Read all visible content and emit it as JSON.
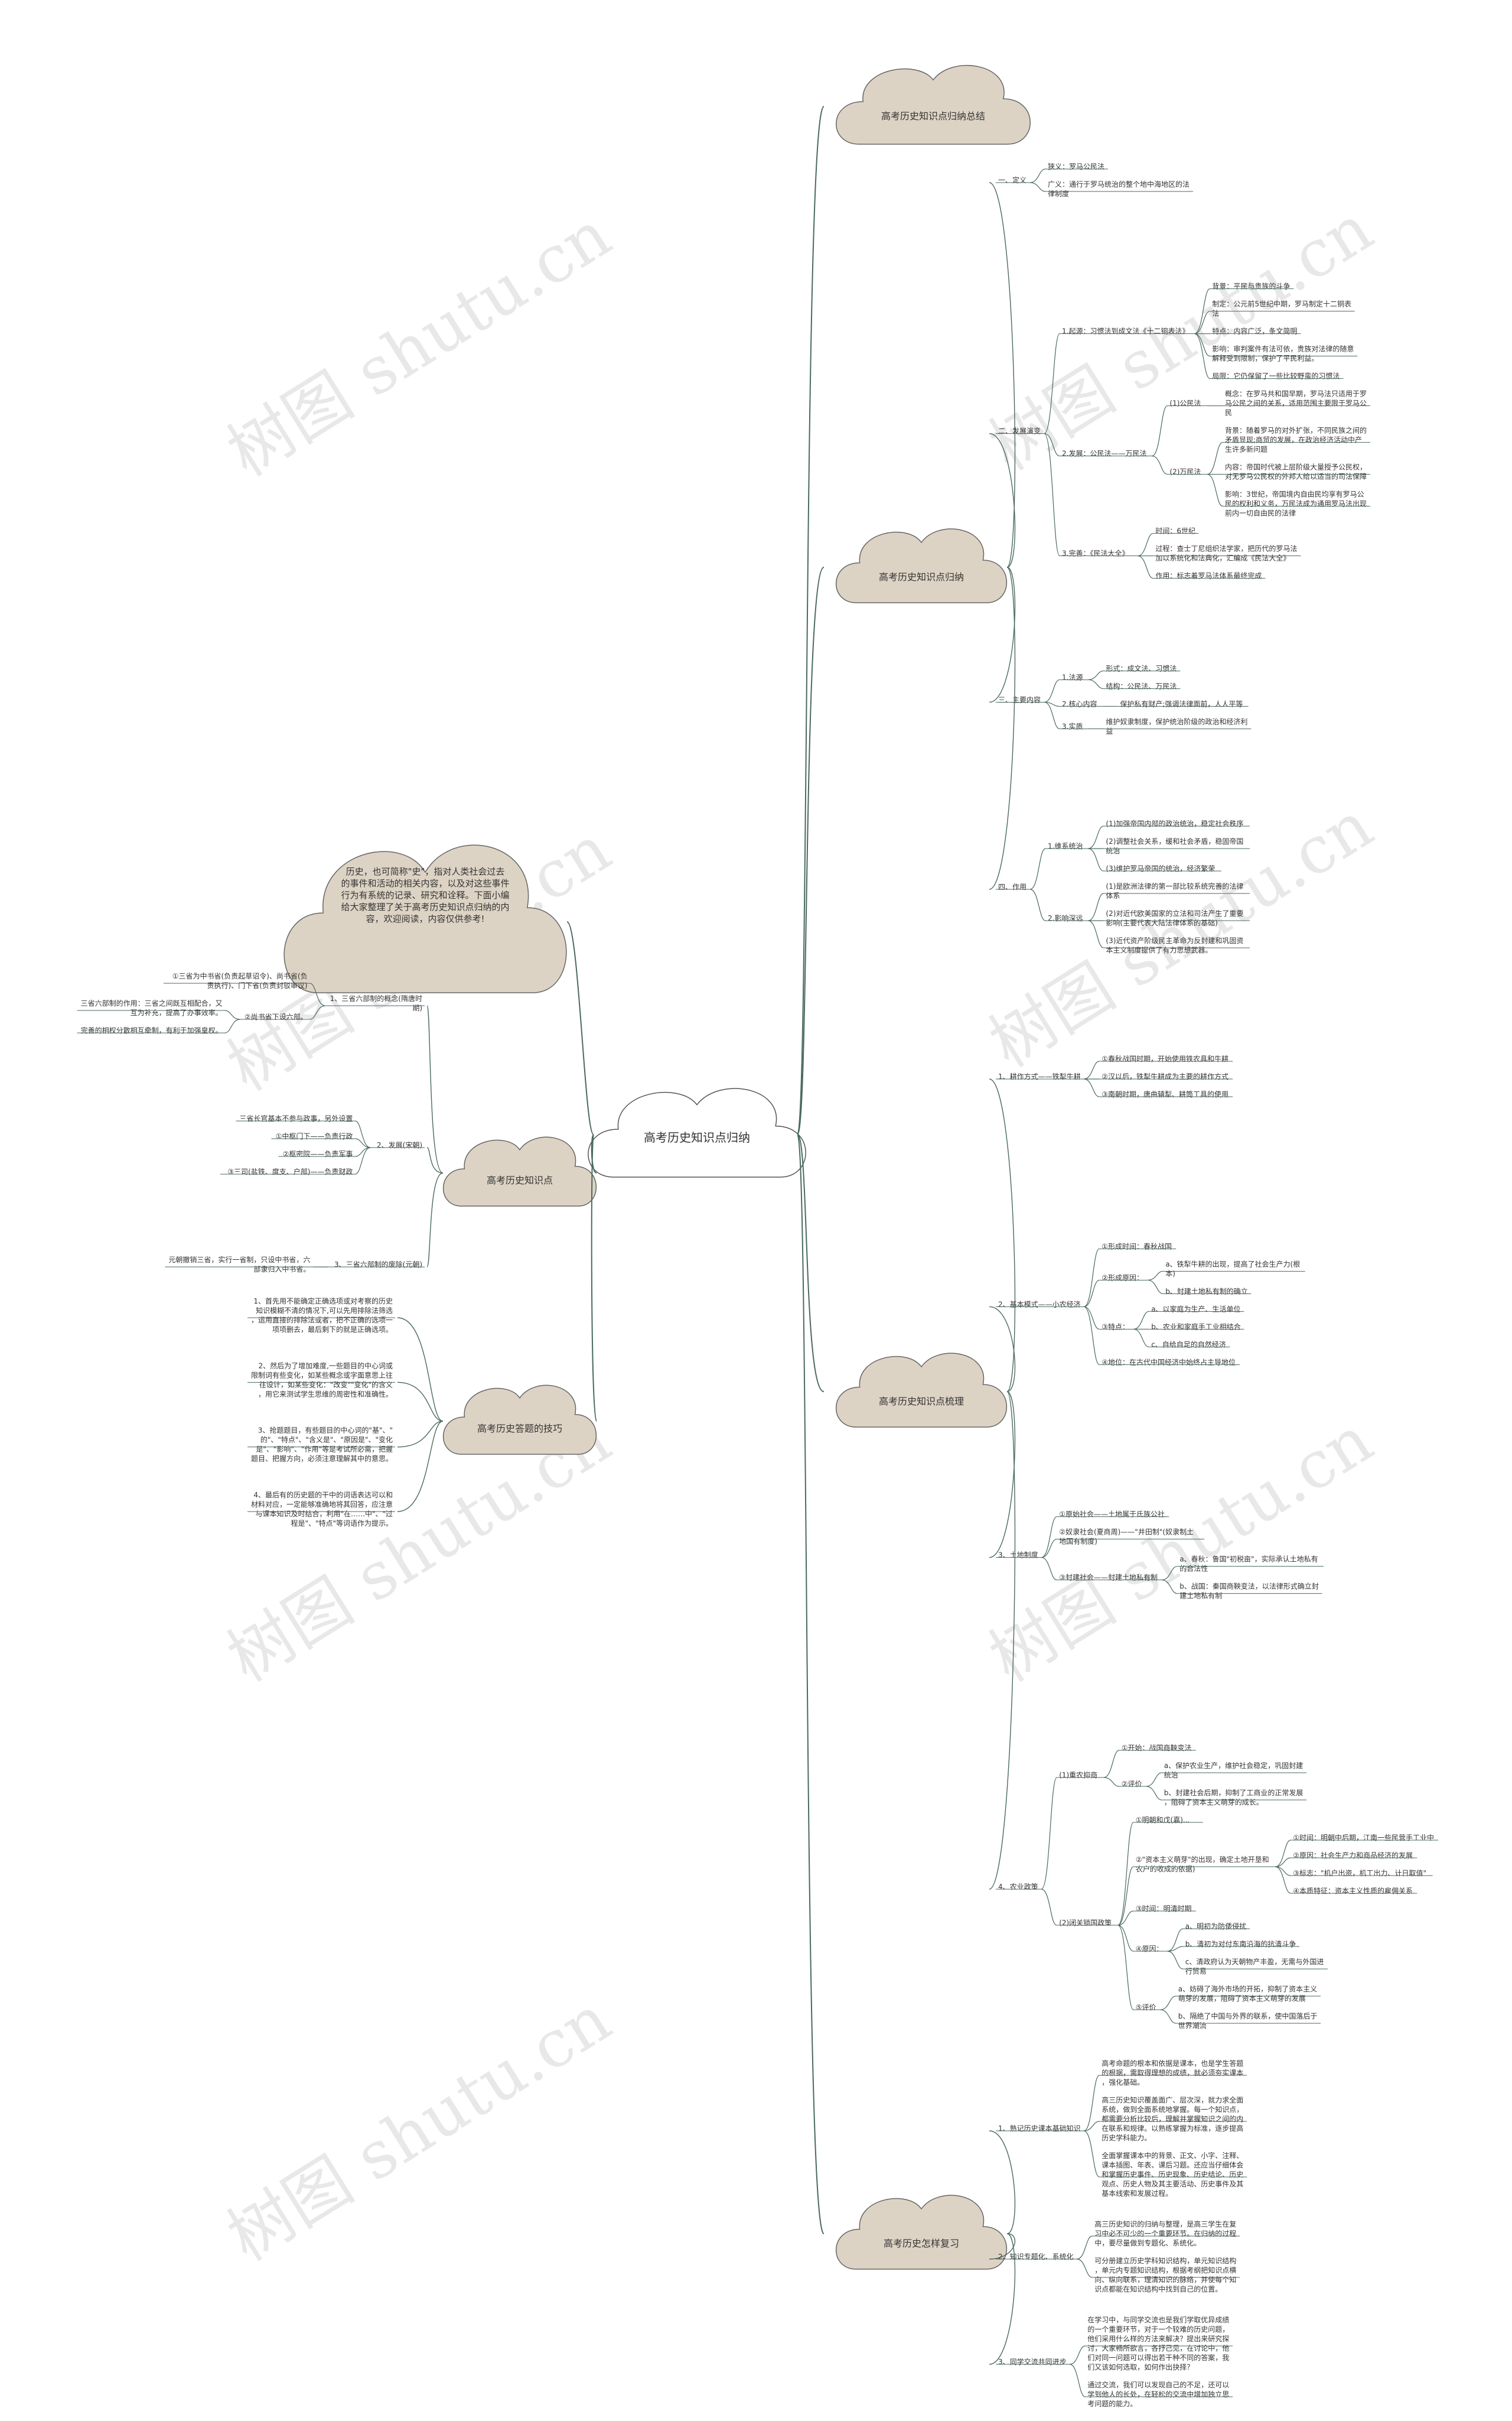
{
  "root": "高考历史知识点归纳",
  "intro": "历史，也可简称\"史\"，指对人类社会过去的事件和活动的相关内容，以及对这些事件行为有系统的记录、研究和诠释。下面小编给大家整理了关于高考历史知识点归纳的内容，欢迎阅读，内容仅供参考!",
  "watermark": "树图 shutu.cn",
  "right": [
    {
      "title": "高考历史知识点归纳总结",
      "children": []
    },
    {
      "title": "高考历史知识点归纳",
      "children": [
        {
          "text": "一、定义",
          "children": [
            {
              "text": "狭义：罗马公民法"
            },
            {
              "text": "广义：通行于罗马统治的整个地中海地区的法律制度"
            }
          ]
        },
        {
          "text": "二、发展演变",
          "children": [
            {
              "text": "1.起源：习惯法到成文法《十二铜表法》",
              "children": [
                {
                  "text": "背景：平民与贵族的斗争"
                },
                {
                  "text": "制定：公元前5世纪中期，罗马制定十二铜表法"
                },
                {
                  "text": "特点：内容广泛，条文简明"
                },
                {
                  "text": "影响：审判案件有法可依，贵族对法律的随意解释受到限制，保护了平民利益。"
                },
                {
                  "text": "局限：它仍保留了一些比较野蛮的习惯法"
                }
              ]
            },
            {
              "text": "2.发展：公民法——万民法",
              "children": [
                {
                  "text": "(1)公民法",
                  "children": [
                    {
                      "text": "概念：在罗马共和国早期，罗马法只适用于罗马公民之间的关系，适用范围主要限于罗马公民"
                    }
                  ]
                },
                {
                  "text": "(2)万民法",
                  "children": [
                    {
                      "text": "背景：随着罗马的对外扩张，不同民族之间的矛盾显现;商贸的发展，在政治经济活动中产生许多新问题"
                    },
                    {
                      "text": "内容：帝国时代被上层阶级大量授予公民权，对无罗马公民权的外邦人给以适当的司法保障"
                    },
                    {
                      "text": "影响：3世纪，帝国境内自由民均享有罗马公民的权利和义务，万民法成为通用罗马法出现前内一切自由民的法律"
                    }
                  ]
                }
              ]
            },
            {
              "text": "3.完善：《民法大全》",
              "children": [
                {
                  "text": "时间：6世纪"
                },
                {
                  "text": "过程：查士丁尼组织法学家，把历代的罗马法加以系统化和法典化，汇编成《民法大全》"
                },
                {
                  "text": "作用：标志着罗马法体系最终完成"
                }
              ]
            }
          ]
        },
        {
          "text": "三、主要内容",
          "children": [
            {
              "text": "1.法源",
              "children": [
                {
                  "text": "形式：成文法、习惯法"
                },
                {
                  "text": "结构：公民法、万民法"
                }
              ]
            },
            {
              "text": "2.核心内容",
              "children": [
                {
                  "text": "保护私有财产;强调法律面前，人人平等"
                }
              ]
            },
            {
              "text": "3.实质",
              "children": [
                {
                  "text": "维护奴隶制度，保护统治阶级的政治和经济利益"
                }
              ]
            }
          ]
        },
        {
          "text": "四、作用",
          "children": [
            {
              "text": "1.维系统治",
              "children": [
                {
                  "text": "(1)加强帝国内部的政治统治，稳定社会秩序"
                },
                {
                  "text": "(2)调整社会关系，缓和社会矛盾，稳固帝国统治"
                },
                {
                  "text": "(3)维护罗马帝国的统治，经济繁荣"
                }
              ]
            },
            {
              "text": "2.影响深远",
              "children": [
                {
                  "text": "(1)是欧洲法律的第一部比较系统完善的法律体系"
                },
                {
                  "text": "(2)对近代欧美国家的立法和司法产生了重要影响(主要代表大陆法律体系的基础)"
                },
                {
                  "text": "(3)近代资产阶级民主革命为反封建和巩固资本主义制度提供了有力思想武器。"
                }
              ]
            }
          ]
        }
      ]
    },
    {
      "title": "高考历史知识点梳理",
      "children": [
        {
          "text": "1、耕作方式——铁犁牛耕",
          "children": [
            {
              "text": "①春秋战国时期，开始使用铁农具和牛耕"
            },
            {
              "text": "②汉以后，铁犁牛耕成为主要的耕作方式"
            },
            {
              "text": "③南朝时期，唐曲辕犁、耕筒工具的使用"
            }
          ]
        },
        {
          "text": "2、基本模式——小农经济",
          "children": [
            {
              "text": "①形成时间：春秋战国"
            },
            {
              "text": "②形成原因：",
              "children": [
                {
                  "text": "a、铁犁牛耕的出现，提高了社会生产力(根本)"
                },
                {
                  "text": "b、封建土地私有制的确立"
                }
              ]
            },
            {
              "text": "③特点：",
              "children": [
                {
                  "text": "a、以家庭为生产、生活单位"
                },
                {
                  "text": "b、农业和家庭手工业相结合"
                },
                {
                  "text": "c、自给自足的自然经济"
                }
              ]
            },
            {
              "text": "④地位：在古代中国经济中始终占主导地位"
            }
          ]
        },
        {
          "text": "3、土地制度",
          "children": [
            {
              "text": "①原始社会——土地属于氏族公社"
            },
            {
              "text": "②奴隶社会(夏商周)——\"井田制\"(奴隶制土地国有制度)"
            },
            {
              "text": "③封建社会——封建土地私有制",
              "children": [
                {
                  "text": "a、春秋：鲁国\"初税亩\"，实际承认土地私有的合法性"
                },
                {
                  "text": "b、战国：秦国商鞅变法，以法律形式确立封建土地私有制"
                }
              ]
            }
          ]
        },
        {
          "text": "4、农业政策",
          "children": [
            {
              "text": "(1)重农抑商",
              "children": [
                {
                  "text": "①开始：战国商鞅变法"
                },
                {
                  "text": "②评价",
                  "children": [
                    {
                      "text": "a、保护农业生产，维护社会稳定，巩固封建统治"
                    },
                    {
                      "text": "b、封建社会后期，抑制了工商业的正常发展，阻碍了资本主义萌芽的成长。"
                    }
                  ]
                }
              ]
            },
            {
              "text": "(2)闭关锁国政策",
              "children": [
                {
                  "text": "①明朝和戊(嘉)..."
                },
                {
                  "text": "②\"资本主义萌芽\"的出现，确定土地开垦和农户的收成的依据)",
                  "children": [
                    {
                      "text": "①时间：明朝中后期，江南一些民营手工业中"
                    },
                    {
                      "text": "②原因：社会生产力和商品经济的发展"
                    },
                    {
                      "text": "③标志：\"机户出资，机工出力、计日取值\""
                    },
                    {
                      "text": "④本质特征：资本主义性质的雇佣关系"
                    }
                  ]
                },
                {
                  "text": "③时间：明清时期"
                },
                {
                  "text": "④原因：",
                  "children": [
                    {
                      "text": "a、明初为防倭侵扰"
                    },
                    {
                      "text": "b、清初为对付东南沿海的抗清斗争"
                    },
                    {
                      "text": "c、清政府认为天朝物产丰盈，无需与外国进行贸易"
                    }
                  ]
                },
                {
                  "text": "⑤评价",
                  "children": [
                    {
                      "text": "a、妨碍了海外市场的开拓，抑制了资本主义萌芽的发展，阻碍了资本主义萌芽的发展"
                    },
                    {
                      "text": "b、隔绝了中国与外界的联系，使中国落后于世界潮流"
                    }
                  ]
                }
              ]
            }
          ]
        }
      ]
    },
    {
      "title": "高考历史怎样复习",
      "children": [
        {
          "text": "1、熟记历史课本基础知识",
          "children": [
            {
              "text": "高考命题的根本和依据是课本，也是学生答题的根据，需取得理想的成绩，就必须夯实课本，强化基础。"
            },
            {
              "text": "高三历史知识覆盖面广、层次深，就力求全面系统，做到全面系统地掌握。每一个知识点，都需要分析比较后，理解并掌握知识之间的内在联系和规律。以熟练掌握为标准，逐步提高历史学科能力。"
            },
            {
              "text": "全面掌握课本中的背景、正文、小字、注释、课本插图、年表、课后习题。还应当仔细体会和掌握历史事件、历史现象、历史结论、历史观点、历史人物及其主要活动、历史事件及其基本线索和发展过程。"
            }
          ]
        },
        {
          "text": "2、知识专题化、系统化",
          "children": [
            {
              "text": "高三历史知识的归纳与整理，是高三学生在复习中必不可少的一个重要环节。在归纳的过程中，要尽量做到专题化、系统化。"
            },
            {
              "text": "可分册建立历史学科知识结构，单元知识结构，单元内专题知识结构，根据考纲把知识点横向、纵向联系，理清知识的脉络，并使每个知识点都能在知识结构中找到自己的位置。"
            }
          ]
        },
        {
          "text": "3、同学交流共同进步",
          "children": [
            {
              "text": "在学习中，与同学交流也是我们学取优异成绩的一个重要环节，对于一个较难的历史问题，他们采用什么样的方法来解决？提出来研究探讨，大家畅所欲言，各抒己见，在讨论中，他们对同一问题可以得出若干种不同的答案，我们又该如何选取，如何作出抉择？"
            },
            {
              "text": "通过交流，我们可以发现自己的不足，还可以学到他人的长处，在轻松的交流中增加独立思考问题的能力。"
            }
          ]
        }
      ]
    }
  ],
  "left": [
    {
      "title": "高考历史知识点",
      "children": [
        {
          "text": "1、三省六部制的概念(隋唐时期)",
          "children": [
            {
              "text": "①三省为中书省(负责起草诏令)、尚书省(负责执行)、门下省(负责封驳审议)"
            },
            {
              "text": "②尚书省下设六部。",
              "children": [
                {
                  "text": "三省六部制的作用：三省之间既互相配合，又互为补充，提高了办事效率。"
                },
                {
                  "text": "完善的相权分散相互牵制，有利于加强皇权。"
                }
              ]
            }
          ]
        },
        {
          "text": "2、发展(宋朝)",
          "children": [
            {
              "text": "三省长官基本不参与政事，另外设置"
            },
            {
              "text": "①中枢门下——负责行政"
            },
            {
              "text": "②枢密院——负责军事"
            },
            {
              "text": "③三司(盐铁、度支、户部)——负责财政"
            }
          ]
        },
        {
          "text": "3、三省六部制的废除(元朝)",
          "children": [
            {
              "text": "元朝撤销三省，实行一省制，只设中书省，六部隶归入中书省。"
            }
          ]
        }
      ]
    },
    {
      "title": "高考历史答题的技巧",
      "children": [
        {
          "text": "1、首先用不能确定正确选项或对考察的历史知识模糊不清的情况下,可以先用排除法筛选，运用直接的排除法或者，把不正确的选项一项项删去，最后剩下的就是正确选项。"
        },
        {
          "text": "2、然后为了增加难度,一些题目的中心词或限制词有些变化，如某些概念或字面意思上往往设计，如某些变化：\"改变\"\"变化\"的含义，用它来测试学生思维的周密性和准确性。"
        },
        {
          "text": "3、抢题题目，有些题目的中心词的\"基\"、\"的\"、\"特点\"、\"含义是\"、\"原因是\"、\"变化是\"、\"影响\"、\"作用\"等是考试所必需，把握题目、把握方向，必须注意理解其中的意思。"
        },
        {
          "text": "4、最后有的历史题的干中的词语表达可以和材料对应，一定能够准确地将其回答，应注意与课本知识及时结合，利用\"在……中\"、\"过程是\"、\"特点\"等词语作为提示。"
        }
      ]
    }
  ]
}
